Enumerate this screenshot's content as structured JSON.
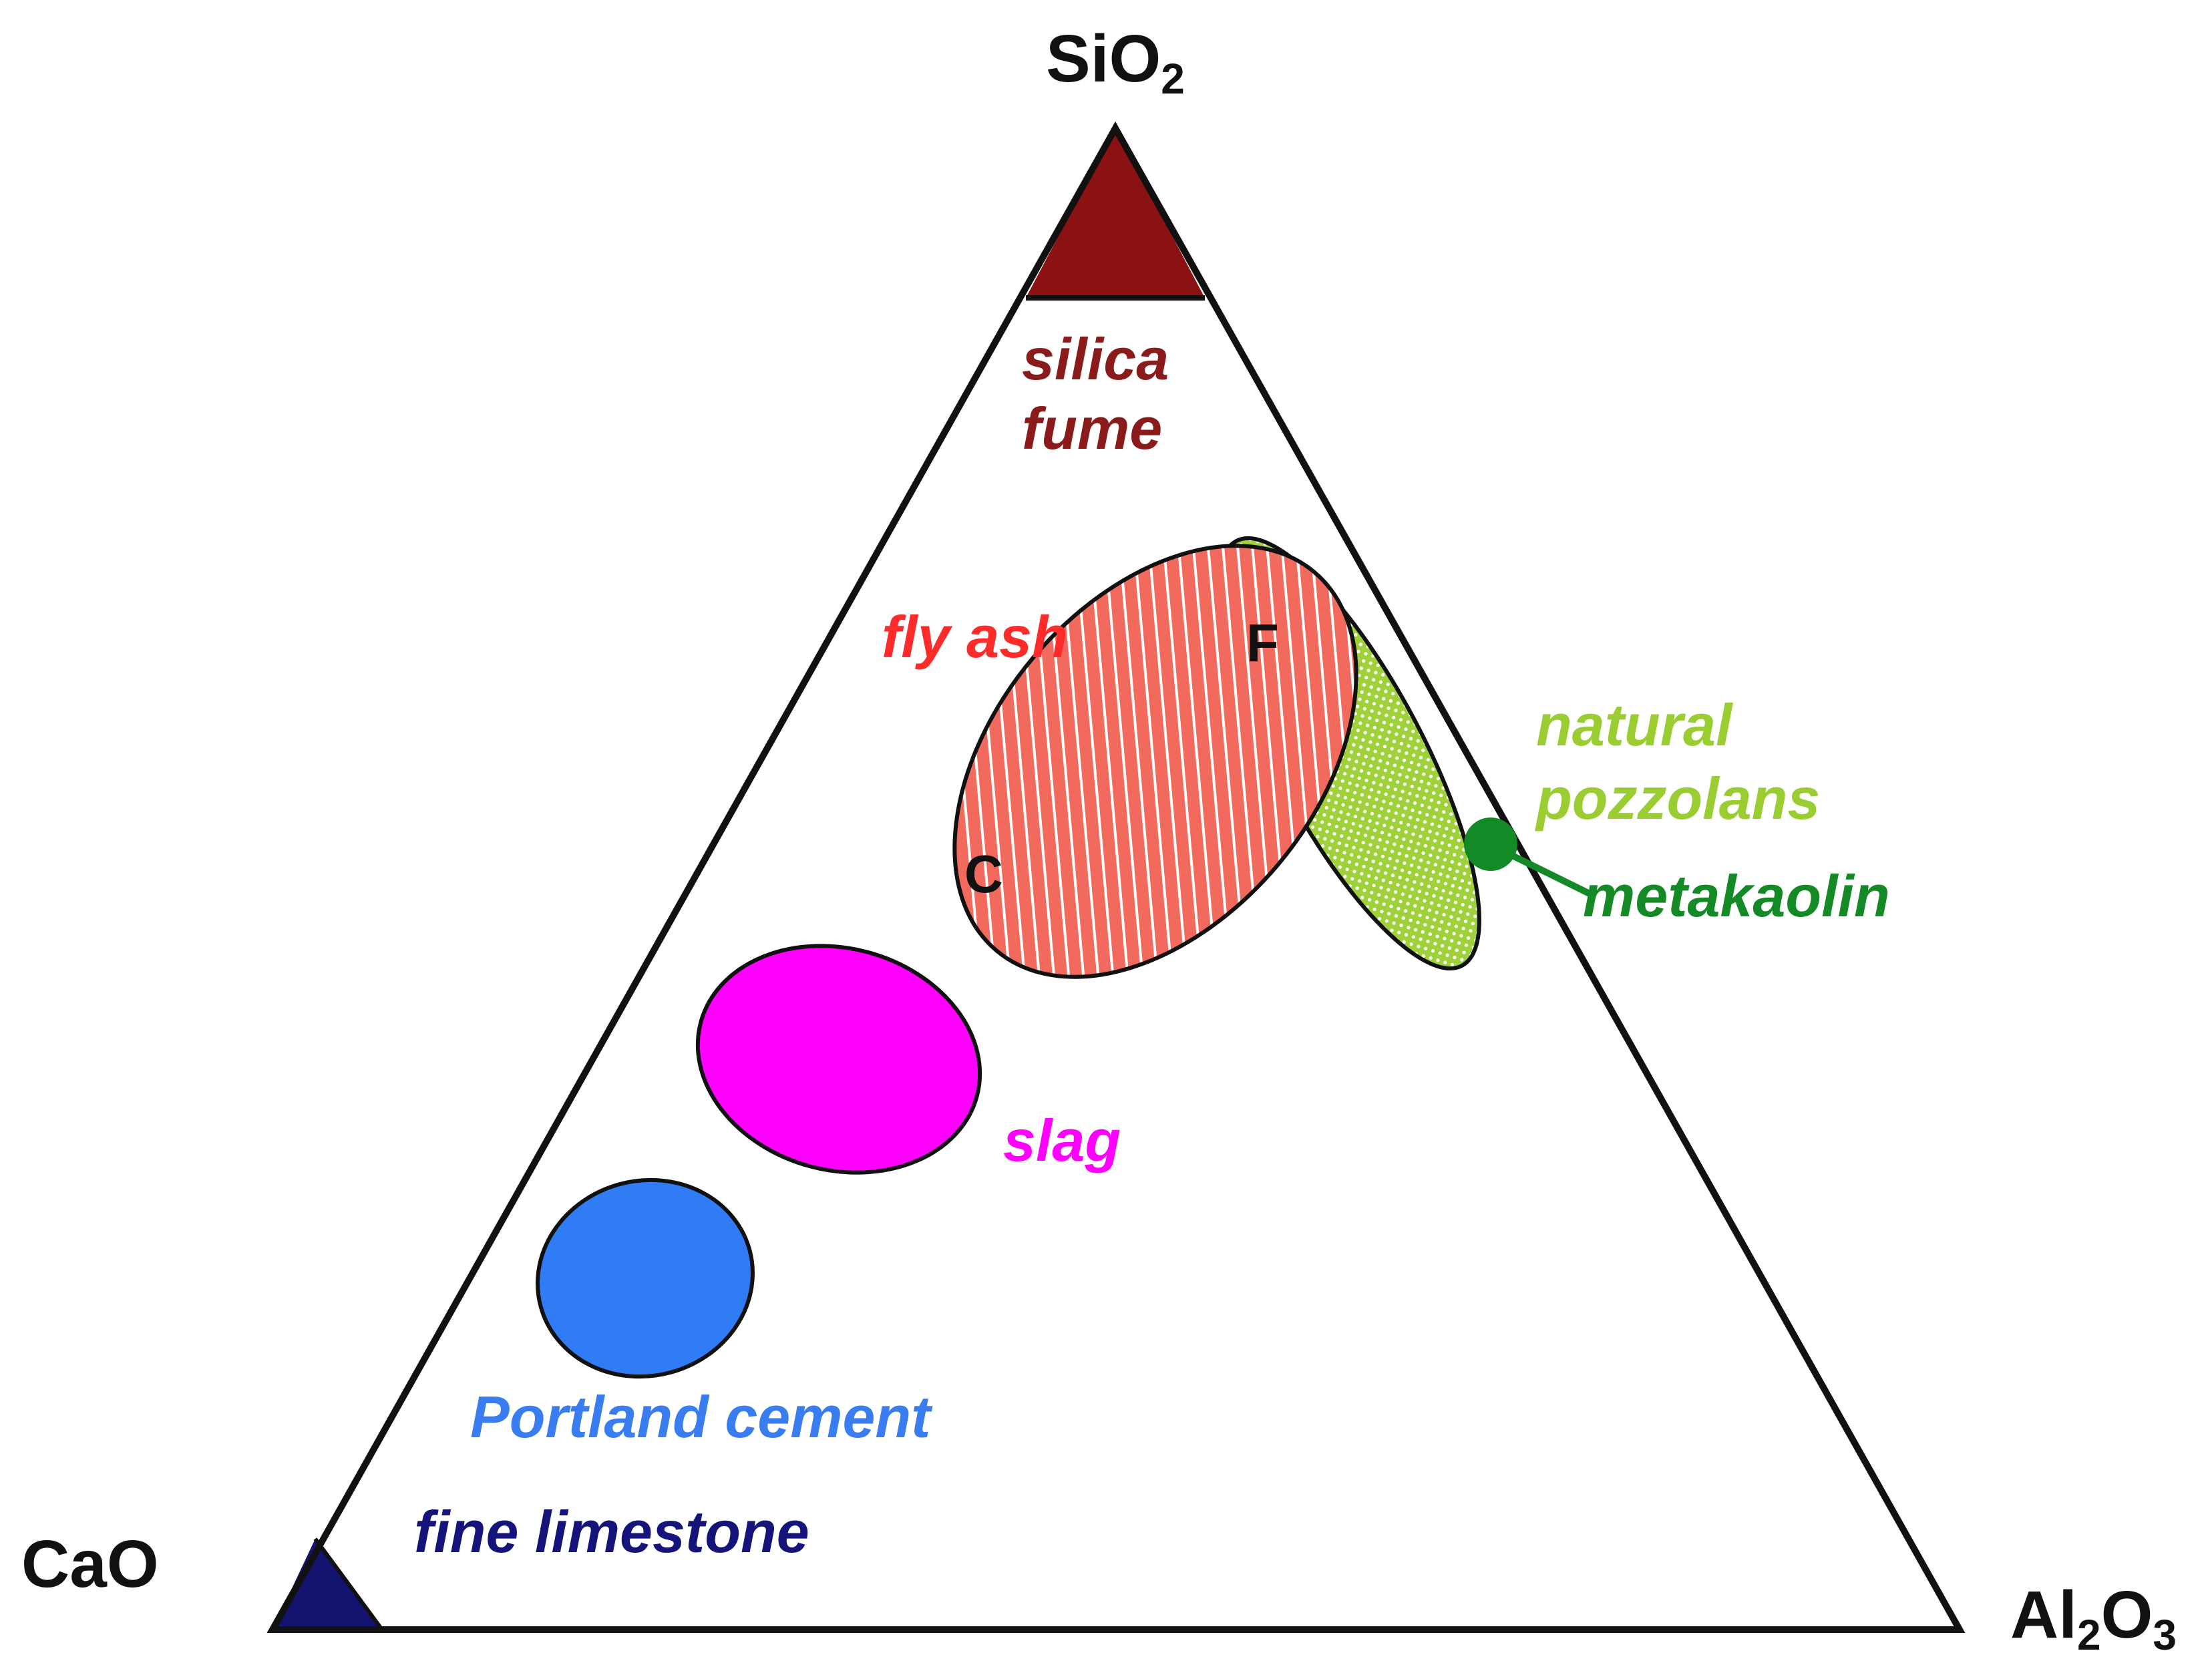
{
  "vertices": {
    "top": {
      "base": "SiO",
      "sub": "2"
    },
    "left": {
      "base": "CaO"
    },
    "right": {
      "base1": "Al",
      "sub1": "2",
      "base2": "O",
      "sub2": "3"
    }
  },
  "materials": {
    "silica_fume": {
      "line1": "silica",
      "line2": "fume",
      "color": "#8b1a1a"
    },
    "fly_ash": {
      "label": "fly ash",
      "color": "#ff2a2a",
      "class_f": "F",
      "class_c": "C"
    },
    "natural_pozzolans": {
      "line1": "natural",
      "line2": "pozzolans",
      "color": "#9acd32"
    },
    "metakaolin": {
      "label": "metakaolin",
      "color": "#138a26"
    },
    "slag": {
      "label": "slag",
      "color": "#ff00ff"
    },
    "portland_cement": {
      "label": "Portland cement",
      "color": "#3a7df0"
    },
    "fine_limestone": {
      "label": "fine limestone",
      "color": "#14147a"
    }
  }
}
